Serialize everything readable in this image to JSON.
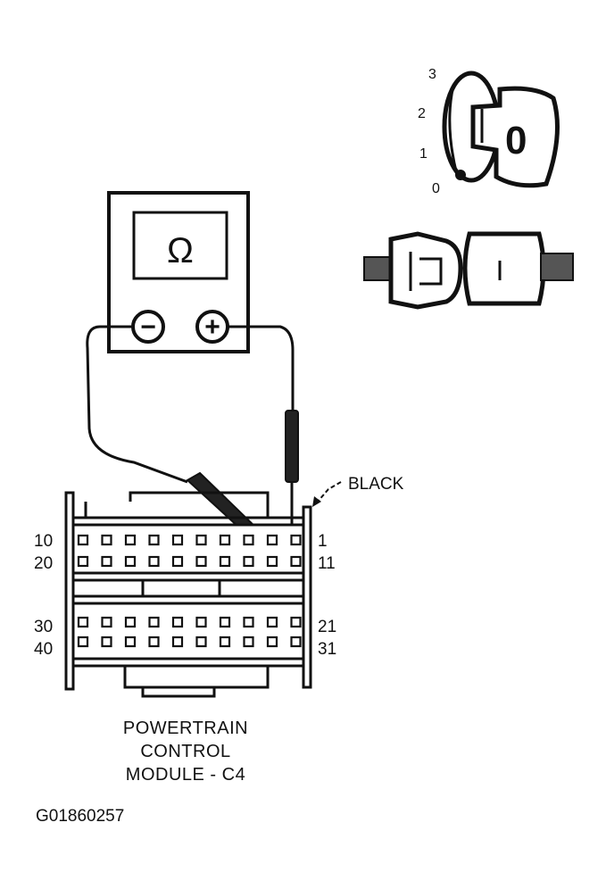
{
  "figure_id": "G01860257",
  "caption": [
    "POWERTRAIN",
    "CONTROL",
    "MODULE - C4"
  ],
  "connector_color_label": "BLACK",
  "meter": {
    "display_symbol": "Ω",
    "negative_symbol": "−",
    "positive_symbol": "+"
  },
  "ignition_positions": [
    "3",
    "2",
    "1",
    "0"
  ],
  "key_label": "0",
  "connector": {
    "row1": {
      "left": "10",
      "right": "1"
    },
    "row2": {
      "left": "20",
      "right": "11"
    },
    "row3": {
      "left": "30",
      "right": "21"
    },
    "row4": {
      "left": "40",
      "right": "31"
    },
    "pins_per_row": 10
  },
  "colors": {
    "ink": "#111111",
    "background": "#ffffff"
  }
}
